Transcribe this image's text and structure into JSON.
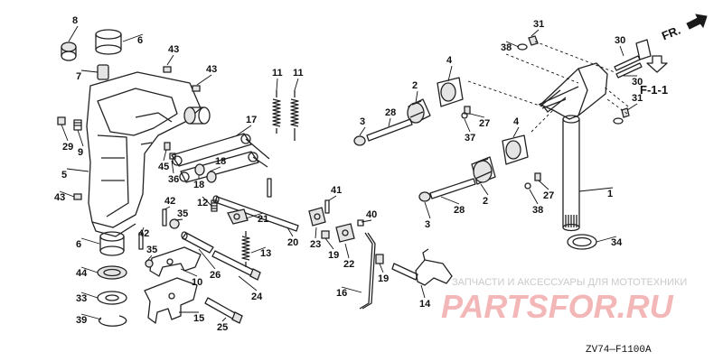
{
  "diagram": {
    "callouts": [
      "8",
      "6",
      "43",
      "43",
      "7",
      "11",
      "11",
      "17",
      "4",
      "2",
      "31",
      "38",
      "30",
      "30",
      "28",
      "3",
      "27",
      "37",
      "29",
      "9",
      "36",
      "45",
      "18",
      "18",
      "5",
      "43",
      "12",
      "41",
      "40",
      "4",
      "2",
      "42",
      "35",
      "21",
      "20",
      "28",
      "3",
      "27",
      "38",
      "31",
      "1",
      "6",
      "35",
      "42",
      "13",
      "23",
      "19",
      "22",
      "34",
      "44",
      "10",
      "26",
      "33",
      "24",
      "16",
      "19",
      "14",
      "15",
      "39",
      "25"
    ],
    "direction_label": "FR.",
    "reference_label": "F-1-1",
    "diagram_code": "ZV74—F1100A"
  },
  "watermark": {
    "tagline": "ЗАПЧАСТИ И АКСЕССУАРЫ ДЛЯ МОТОТЕХНИКИ",
    "brand": "PARTSFOR.RU"
  }
}
